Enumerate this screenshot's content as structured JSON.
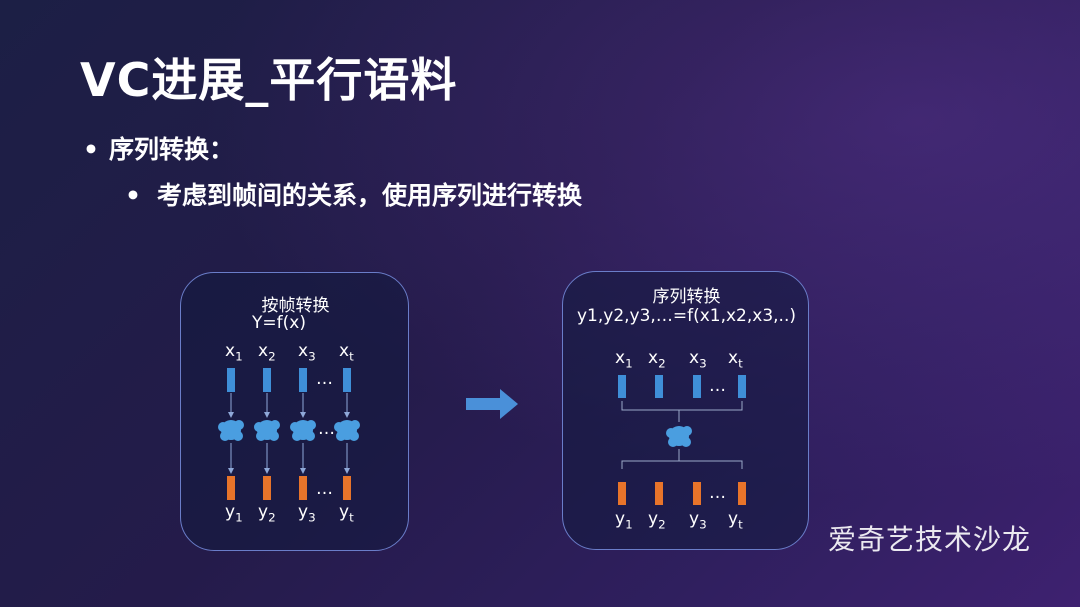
{
  "slide": {
    "title": "VC进展_平行语料",
    "bullet1": "序列转换：",
    "bullet2": "考虑到帧间的关系，使用序列进行转换"
  },
  "left_panel": {
    "title": "按帧转换",
    "formula": "Y=f(x)",
    "inputs": [
      {
        "base": "x",
        "sub": "1"
      },
      {
        "base": "x",
        "sub": "2"
      },
      {
        "base": "x",
        "sub": "3"
      },
      {
        "base": "x",
        "sub": "t"
      }
    ],
    "outputs": [
      {
        "base": "y",
        "sub": "1"
      },
      {
        "base": "y",
        "sub": "2"
      },
      {
        "base": "y",
        "sub": "3"
      },
      {
        "base": "y",
        "sub": "t"
      }
    ],
    "ellipsis": "…"
  },
  "right_panel": {
    "title": "序列转换",
    "formula": "y1,y2,y3,…=f(x1,x2,x3,..)",
    "inputs": [
      {
        "base": "x",
        "sub": "1"
      },
      {
        "base": "x",
        "sub": "2"
      },
      {
        "base": "x",
        "sub": "3"
      },
      {
        "base": "x",
        "sub": "t"
      }
    ],
    "outputs": [
      {
        "base": "y",
        "sub": "1"
      },
      {
        "base": "y",
        "sub": "2"
      },
      {
        "base": "y",
        "sub": "3"
      },
      {
        "base": "y",
        "sub": "t"
      }
    ],
    "ellipsis": "…"
  },
  "watermark": "爱奇艺技术沙龙",
  "colors": {
    "input_frame": "#3f8fd8",
    "output_frame": "#e8742a",
    "blob": "#4a9ee0",
    "arrow": "#4a90d9",
    "panel_border": "#6a7dc9"
  }
}
